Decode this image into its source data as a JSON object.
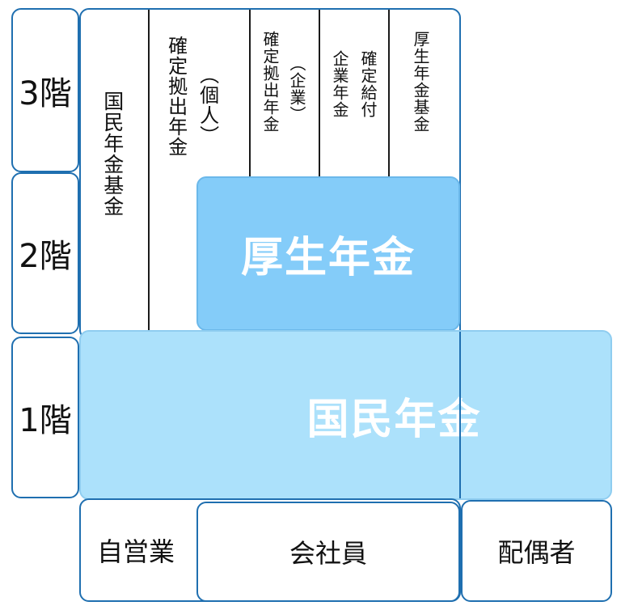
{
  "floors": {
    "third": "3階",
    "second": "2階",
    "first": "1階"
  },
  "upper_columns": {
    "national_pension_fund": "国民年金基金",
    "ideco": "確定拠出年金",
    "ideco_note": "（個人）",
    "corporate_dc": "確定拠出年金",
    "corporate_dc_note": "（企業）",
    "defined_benefit": "確定給付企業年金",
    "employee_pension_fund": "厚生年金基金"
  },
  "tiers": {
    "employee_pension": "厚生年金",
    "national_pension": "国民年金"
  },
  "categories": {
    "self_employed": "自営業",
    "company_employee": "会社員",
    "spouse": "配偶者"
  },
  "colors": {
    "border": "#1f6fb0",
    "employee_pension_fill": "#84ccf9",
    "national_pension_fill": "#ace1fb",
    "text": "#111111"
  }
}
